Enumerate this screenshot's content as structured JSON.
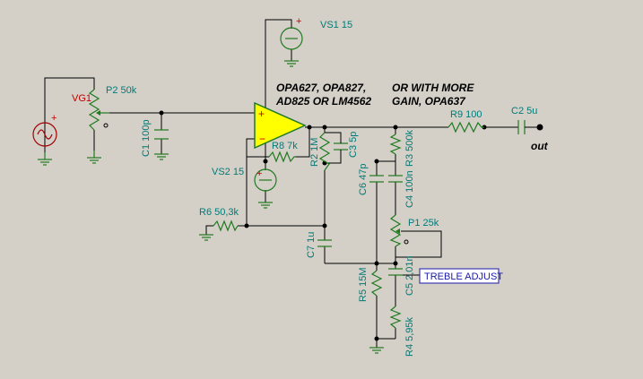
{
  "colors": {
    "background": "#d4d0c8",
    "wire": "#000000",
    "component": "#1f7a1f",
    "polarity": "#c00000",
    "label_text": "#007a78",
    "opamp_fill": "#ffff00",
    "opamp_stroke": "#1f7a1f",
    "box_border": "#1a1aa8"
  },
  "labels": {
    "vs1": "VS1 15",
    "vs2": "VS2 15",
    "vg1": "VG1",
    "p2": "P2 50k",
    "c1": "C1 100p",
    "r8": "R8 7k",
    "r2": "R2 1M",
    "c3": "C3 5p",
    "r3": "R3 500k",
    "c6": "C6 47p",
    "c4": "C4 100n",
    "p1": "P1 25k",
    "r6": "R6 50,3k",
    "c7": "C7 1u",
    "r5": "R5 15M",
    "c5": "C5 2,01n",
    "r4": "R4 5,95k",
    "r9": "R9 100",
    "c2": "C2 5u",
    "out": "out"
  },
  "notes": {
    "opamps_line1": "OPA627, OPA827,",
    "opamps_line2": "AD825 OR LM4562",
    "more_gain_line1": "OR WITH MORE",
    "more_gain_line2": "GAIN, OPA637"
  },
  "treble_box": "TREBLE ADJUST",
  "icons": {
    "signal_source": "sine-source-icon",
    "dc_source": "dc-voltage-source-icon",
    "ground": "ground-icon",
    "opamp": "opamp-triangle-icon",
    "output_terminal": "output-terminal-icon"
  }
}
